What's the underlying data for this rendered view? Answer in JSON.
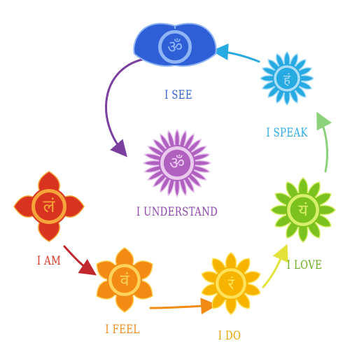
{
  "chakras": [
    {
      "key": "third-eye",
      "label": "I SEE",
      "symbol": "ॐ",
      "color": "#2F5FD6",
      "light": "#8FB5F5",
      "text_color": "#2F5FD6"
    },
    {
      "key": "throat",
      "label": "I SPEAK",
      "symbol": "हं",
      "color": "#27A9E1",
      "light": "#A9DCF6",
      "text_color": "#27A9E1"
    },
    {
      "key": "crown",
      "label": "I UNDERSTAND",
      "symbol": "ॐ",
      "color": "#B061C0",
      "light": "#E9C9EE",
      "text_color": "#8E44AD"
    },
    {
      "key": "heart",
      "label": "I LOVE",
      "symbol": "यं",
      "color": "#7CC21E",
      "light": "#D7EE6A",
      "text_color": "#6AAA1A"
    },
    {
      "key": "root",
      "label": "I AM",
      "symbol": "लं",
      "color": "#D9341F",
      "light": "#F6A53A",
      "text_color": "#D9341F"
    },
    {
      "key": "sacral",
      "label": "I FEEL",
      "symbol": "वं",
      "color": "#F28A14",
      "light": "#FFD25A",
      "text_color": "#F28A14"
    },
    {
      "key": "solar-plexus",
      "label": "I DO",
      "symbol": "रं",
      "color": "#F6B400",
      "light": "#FFE25A",
      "text_color": "#E6A300"
    }
  ],
  "arrows": [
    {
      "from": "root",
      "to": "sacral",
      "color": "#C0282E"
    },
    {
      "from": "sacral",
      "to": "solar-plexus",
      "color": "#F28A14"
    },
    {
      "from": "solar-plexus",
      "to": "heart",
      "color": "#E2E23A"
    },
    {
      "from": "heart",
      "to": "throat",
      "color": "#8BD27A"
    },
    {
      "from": "throat",
      "to": "third-eye",
      "color": "#27A9E1"
    },
    {
      "from": "third-eye",
      "to": "crown",
      "color": "#7B3FA0"
    }
  ]
}
